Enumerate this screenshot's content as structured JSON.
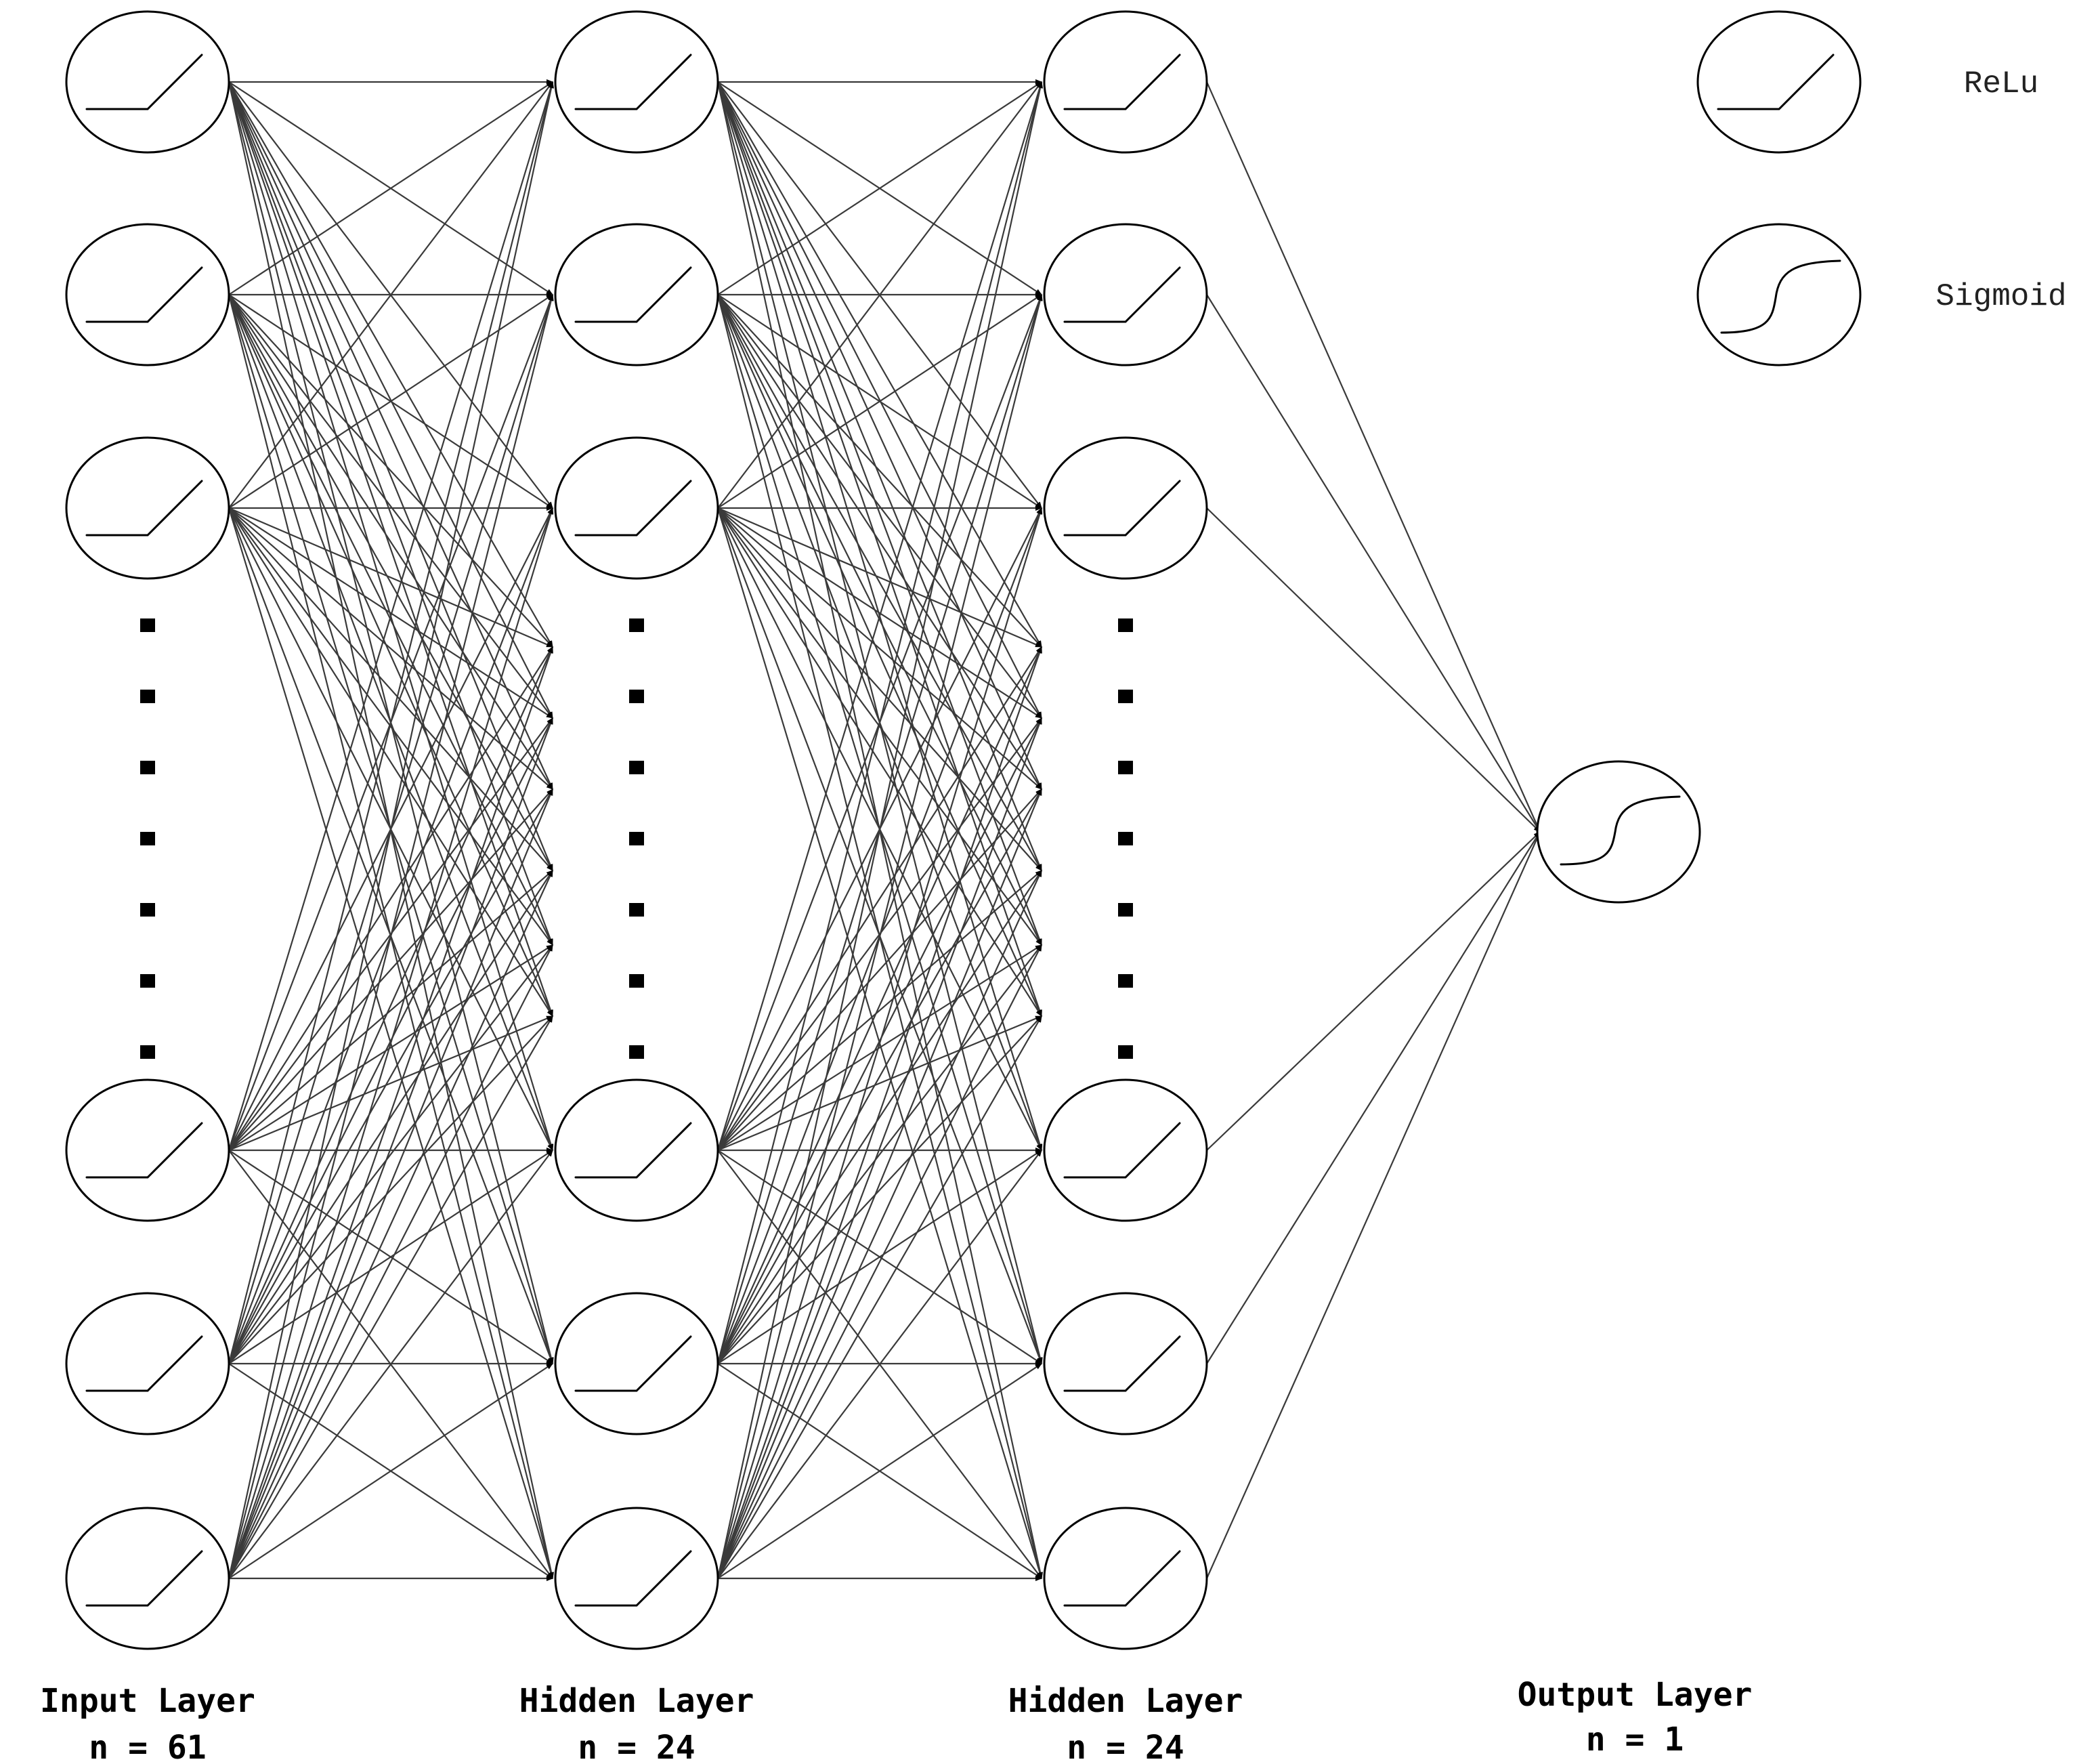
{
  "layers": [
    {
      "key": "input",
      "title": "Input Layer",
      "size_label": "n = 61",
      "activation": "relu"
    },
    {
      "key": "hidden1",
      "title": "Hidden Layer",
      "size_label": "n = 24",
      "activation": "relu"
    },
    {
      "key": "hidden2",
      "title": "Hidden Layer",
      "size_label": "n = 24",
      "activation": "relu"
    },
    {
      "key": "output",
      "title": "Output Layer",
      "size_label": "n = 1",
      "activation": "sigmoid"
    }
  ],
  "legend": {
    "relu_label": "ReLu",
    "sigmoid_label": "Sigmoid"
  },
  "colors": {
    "stroke": "#000000",
    "edge": "#3a3a3a",
    "background": "#ffffff"
  }
}
